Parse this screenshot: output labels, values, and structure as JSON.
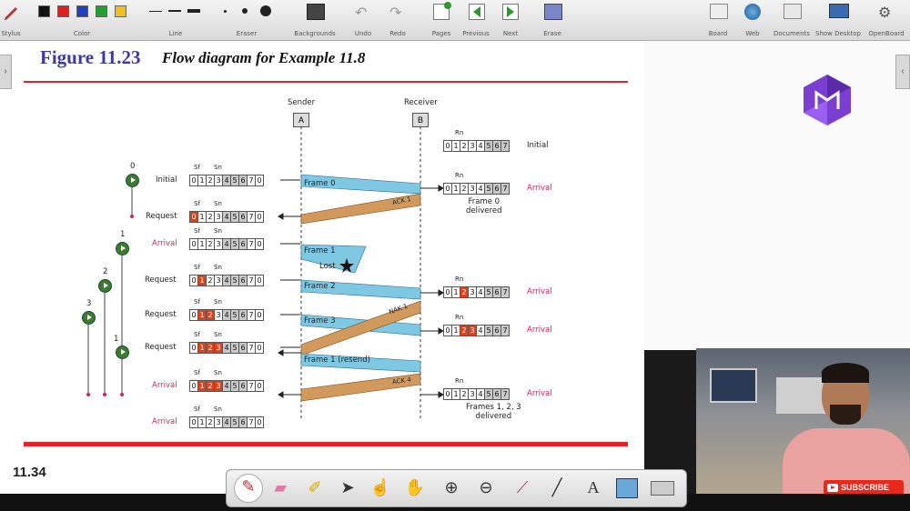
{
  "toolbar": {
    "left_groups": [
      {
        "label": "Stylus"
      },
      {
        "label": "Color"
      },
      {
        "label": "Line"
      },
      {
        "label": "Eraser"
      },
      {
        "label": "Backgrounds"
      },
      {
        "label": "Undo"
      },
      {
        "label": "Redo"
      },
      {
        "label": "Pages"
      },
      {
        "label": "Previous"
      },
      {
        "label": "Next"
      },
      {
        "label": "Erase"
      }
    ],
    "right_groups": [
      {
        "label": "Board"
      },
      {
        "label": "Web"
      },
      {
        "label": "Documents"
      },
      {
        "label": "Show Desktop"
      },
      {
        "label": "OpenBoard"
      }
    ],
    "colors": [
      "#111111",
      "#e02020",
      "#2040c0",
      "#20a030",
      "#f0c020"
    ]
  },
  "slide": {
    "figure_number": "Figure 11.23",
    "figure_caption": "Flow diagram for Example 11.8",
    "page_number": "11.34",
    "accent_color": "#e8202a"
  },
  "diagram": {
    "sender_label": "Sender",
    "receiver_label": "Receiver",
    "sender_box": "A",
    "receiver_box": "B",
    "sender_rows": [
      {
        "event": "Initial",
        "cells": [
          "0",
          "1",
          "2",
          "3",
          "4",
          "5",
          "6",
          "7",
          "0"
        ],
        "red": [],
        "kind": "plain"
      },
      {
        "event": "Request",
        "cells": [
          "0",
          "1",
          "2",
          "3",
          "4",
          "5",
          "6",
          "7",
          "0"
        ],
        "red": [
          0
        ],
        "kind": "plain"
      },
      {
        "event": "Arrival",
        "cells": [
          "0",
          "1",
          "2",
          "3",
          "4",
          "5",
          "6",
          "7",
          "0"
        ],
        "red": [],
        "kind": "pink"
      },
      {
        "event": "Request",
        "cells": [
          "0",
          "1",
          "2",
          "3",
          "4",
          "5",
          "6",
          "7",
          "0"
        ],
        "red": [
          1
        ],
        "kind": "plain"
      },
      {
        "event": "Request",
        "cells": [
          "0",
          "1",
          "2",
          "3",
          "4",
          "5",
          "6",
          "7",
          "0"
        ],
        "red": [
          1,
          2
        ],
        "kind": "plain"
      },
      {
        "event": "Request",
        "cells": [
          "0",
          "1",
          "2",
          "3",
          "4",
          "5",
          "6",
          "7",
          "0"
        ],
        "red": [
          1,
          2,
          3
        ],
        "kind": "plain"
      },
      {
        "event": "Arrival",
        "cells": [
          "0",
          "1",
          "2",
          "3",
          "4",
          "5",
          "6",
          "7",
          "0"
        ],
        "red": [
          1,
          2,
          3
        ],
        "kind": "pink"
      },
      {
        "event": "Arrival",
        "cells": [
          "0",
          "1",
          "2",
          "3",
          "4",
          "5",
          "6",
          "7",
          "0"
        ],
        "red": [],
        "kind": "pink"
      }
    ],
    "receiver_rows": [
      {
        "event": "Initial",
        "cells": [
          "0",
          "1",
          "2",
          "3",
          "4",
          "5",
          "6",
          "7"
        ],
        "red": [],
        "kind": "plain"
      },
      {
        "event": "Arrival",
        "cells": [
          "0",
          "1",
          "2",
          "3",
          "4",
          "5",
          "6",
          "7"
        ],
        "red": [],
        "kind": "pink",
        "note": "Frame 0\ndelivered"
      },
      {
        "event": "Arrival",
        "cells": [
          "0",
          "1",
          "2",
          "3",
          "4",
          "5",
          "6",
          "7"
        ],
        "red": [
          2
        ],
        "kind": "pink"
      },
      {
        "event": "Arrival",
        "cells": [
          "0",
          "1",
          "2",
          "3",
          "4",
          "5",
          "6",
          "7"
        ],
        "red": [
          2,
          3
        ],
        "kind": "pink"
      },
      {
        "event": "Arrival",
        "cells": [
          "0",
          "1",
          "2",
          "3",
          "4",
          "5",
          "6",
          "7"
        ],
        "red": [],
        "kind": "pink",
        "note": "Frames 1, 2, 3\ndelivered"
      }
    ],
    "frames": [
      "Frame 0",
      "Frame 1",
      "Frame 2",
      "Frame 3",
      "Frame 1 (resend)"
    ],
    "acks": [
      "ACK 1",
      "NAK 1",
      "ACK 4"
    ],
    "lost_label": "Lost",
    "timer_numbers": [
      "0",
      "1",
      "2",
      "3",
      "1"
    ],
    "sf": "Sf",
    "sn": "Sn",
    "rn": "Rn"
  },
  "webcam": {
    "subscribe_label": "SUBSCRIBE"
  },
  "bottom_tools": [
    "pen-icon",
    "eraser-icon",
    "highlighter-icon",
    "pointer-icon",
    "hand-point-icon",
    "hand-drag-icon",
    "zoom-in-icon",
    "zoom-out-icon",
    "laser-icon",
    "line-icon",
    "text-icon",
    "capture-icon",
    "keyboard-icon"
  ]
}
